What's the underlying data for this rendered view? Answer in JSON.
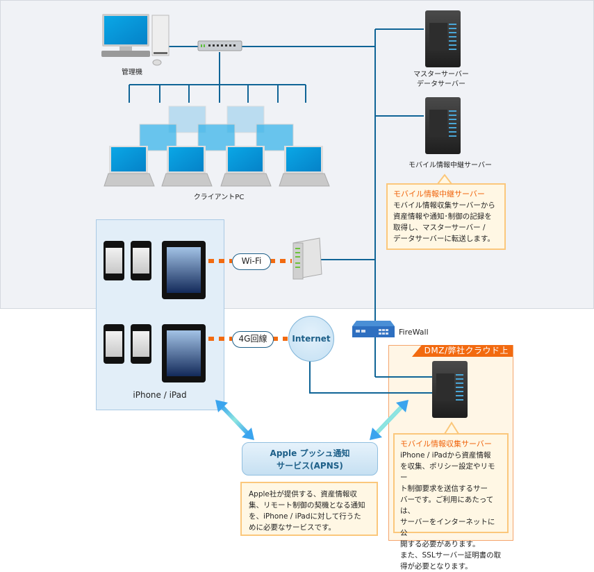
{
  "colors": {
    "network_line": "#0f6496",
    "wireless_dash": "#f26a10",
    "lan_background": "#f0f2f6",
    "mobile_zone": "#e2eef8",
    "dmz_zone": "#fff6e6",
    "accent_orange": "#f0650e",
    "apns_text": "#1d5f88"
  },
  "lan": {
    "admin_pc_label": "管理機",
    "client_pc_label": "クライアントPC",
    "switch_icon": "network-switch-icon"
  },
  "servers": {
    "master_label_line1": "マスターサーバー",
    "master_label_line2": "データサーバー",
    "relay_label": "モバイル情報中継サーバー"
  },
  "relay_callout": {
    "title": "モバイル情報中継サーバー",
    "lines": [
      "モバイル情報収集サーバーから",
      "資産情報や通知･制御の記録を",
      "取得し、マスターサーバー /",
      "データサーバーに転送します。"
    ]
  },
  "mobile": {
    "devices_label": "iPhone / iPad",
    "wifi_label": "Wi-Fi",
    "cellular_label": "4G回線"
  },
  "internet_label": "Internet",
  "firewall_label": "FireWall",
  "dmz": {
    "tag": "DMZ/弊社クラウド上"
  },
  "collector_callout": {
    "title": "モバイル情報収集サーバー",
    "lines": [
      "iPhone / iPadから資産情報",
      "を収集、ポリシー設定やリモー",
      "ト制御要求を送信するサー",
      "バーです。ご利用にあたっては、",
      "サーバーをインターネットに公",
      "開する必要があります。",
      "また、SSLサーバー証明書の取",
      "得が必要となります。"
    ]
  },
  "apns": {
    "title_line1": "Apple プッシュ通知",
    "title_line2": "サービス(APNS)",
    "description_lines": [
      "Apple社が提供する、資産情報収",
      "集、リモート制御の契機となる通知",
      "を、iPhone / iPadに対して行うた",
      "めに必要なサービスです。"
    ]
  }
}
